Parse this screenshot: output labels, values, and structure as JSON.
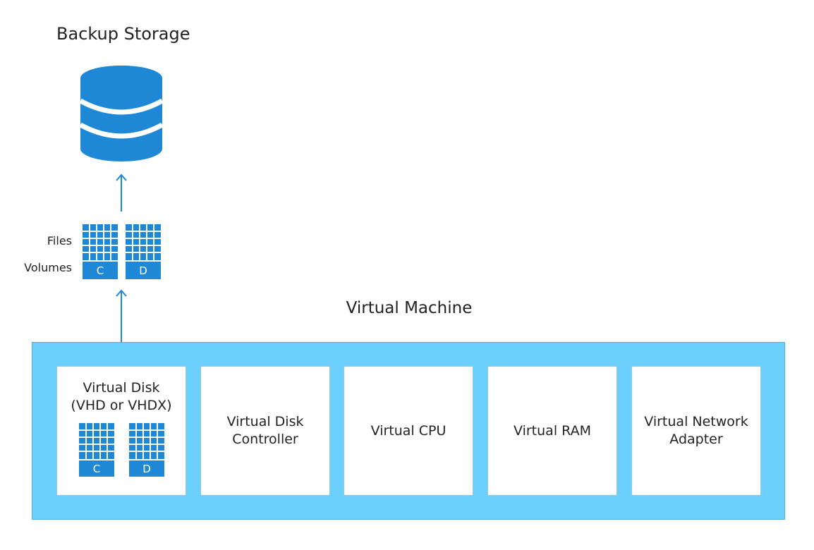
{
  "storage": {
    "title": "Backup Storage",
    "icon": "database-icon"
  },
  "backup_objects": {
    "files_label": "Files",
    "volumes_label": "Volumes",
    "volumes": [
      {
        "letter": "C"
      },
      {
        "letter": "D"
      }
    ]
  },
  "vm": {
    "title": "Virtual Machine",
    "components": [
      {
        "lines": [
          "Virtual Disk",
          "(VHD or VHDX)"
        ],
        "volumes": [
          "C",
          "D"
        ]
      },
      {
        "lines": [
          "Virtual Disk",
          "Controller"
        ]
      },
      {
        "lines": [
          "Virtual CPU"
        ]
      },
      {
        "lines": [
          "Virtual RAM"
        ]
      },
      {
        "lines": [
          "Virtual Network",
          "Adapter"
        ]
      }
    ]
  },
  "colors": {
    "accent": "#1e88d6",
    "vm_panel": "#6dcffb",
    "grid_line": "#ffffff",
    "text": "#222222"
  }
}
